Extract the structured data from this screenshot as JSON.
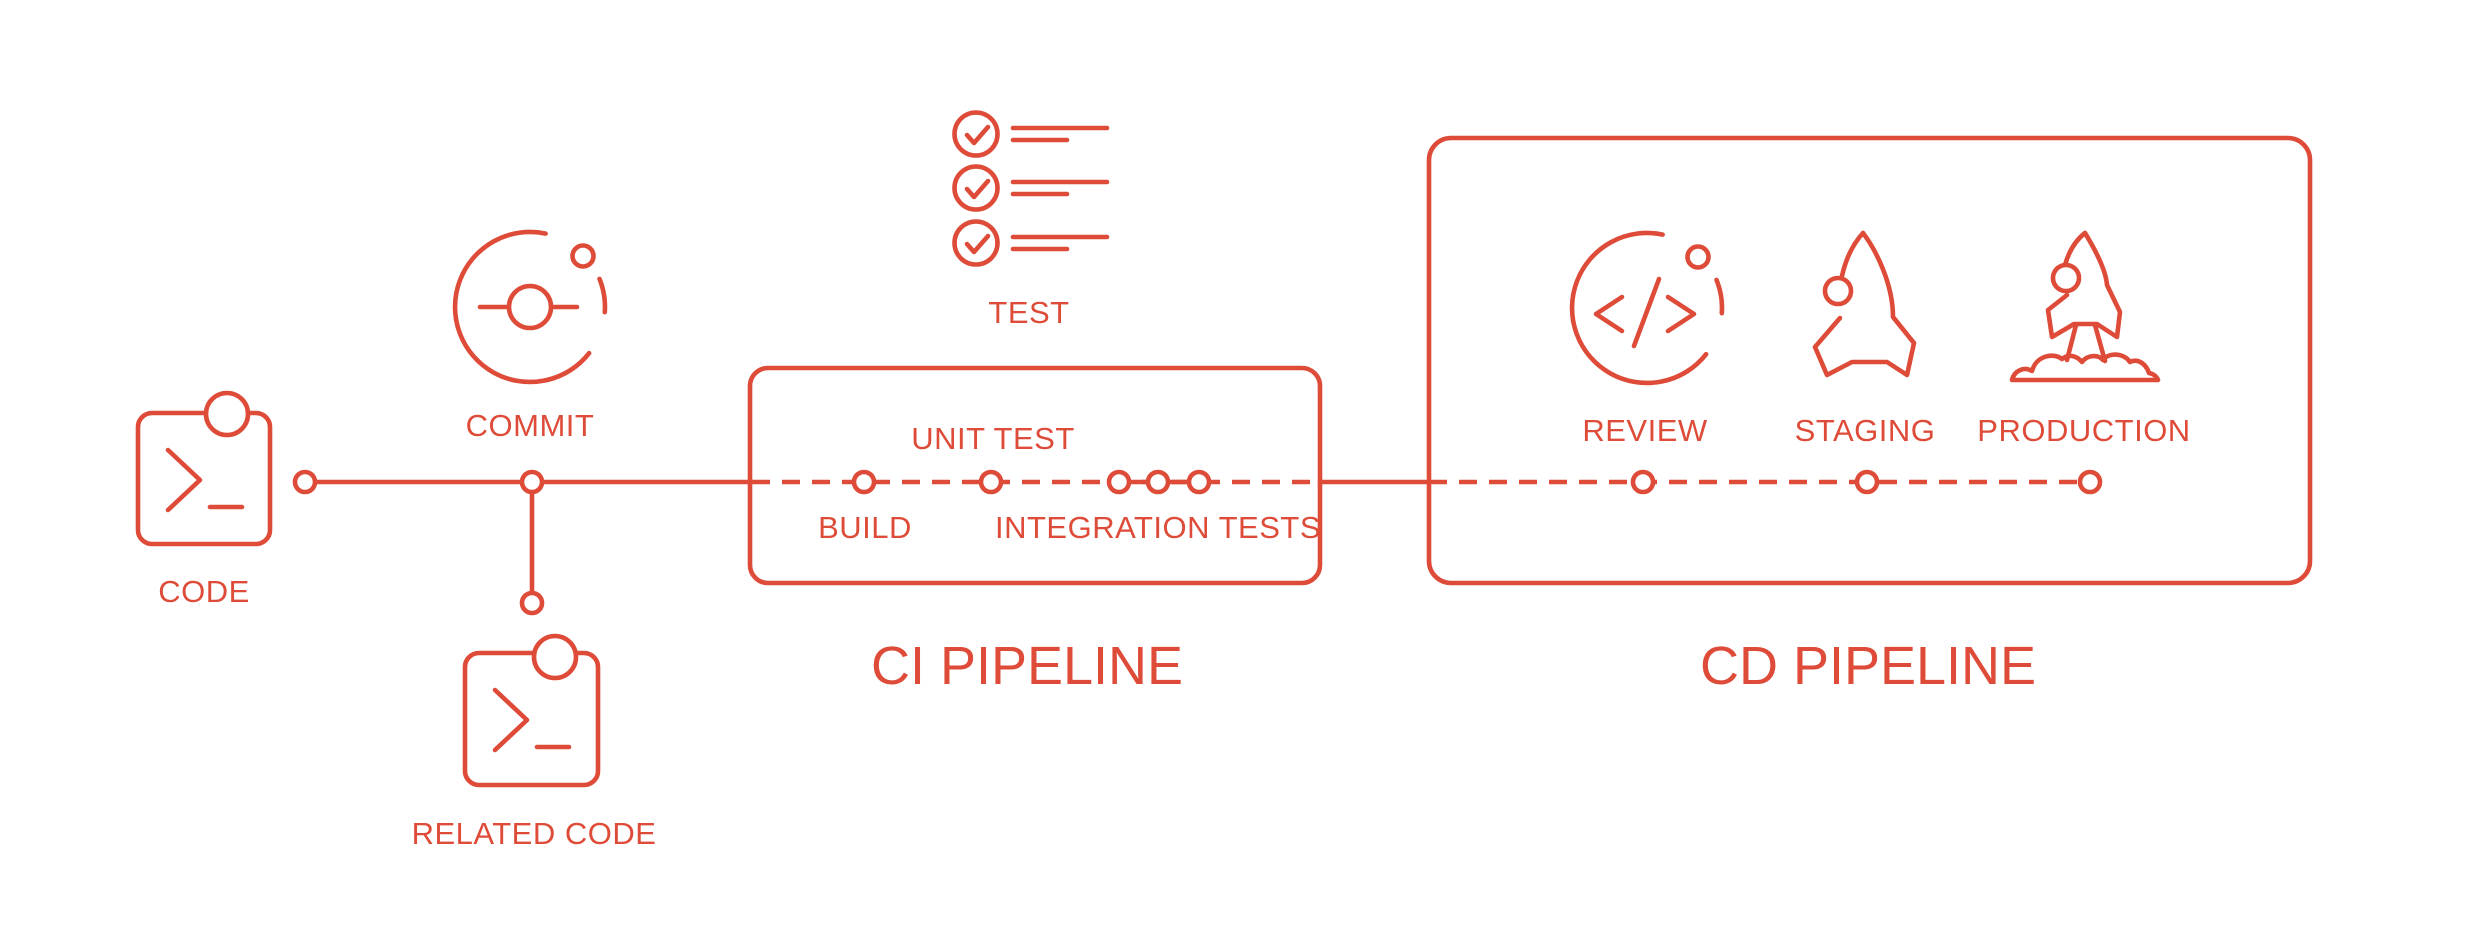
{
  "colors": {
    "accent": "#DE4B38",
    "background": "#FFFFFF"
  },
  "source_flow": {
    "code_label": "CODE",
    "commit_label": "COMMIT",
    "related_code_label": "RELATED CODE",
    "test_label": "TEST"
  },
  "pipelines": {
    "ci": {
      "title": "CI PIPELINE",
      "stages": [
        "BUILD",
        "UNIT TEST",
        "INTEGRATION TESTS"
      ]
    },
    "cd": {
      "title": "CD PIPELINE",
      "stages": [
        "REVIEW",
        "STAGING",
        "PRODUCTION"
      ]
    }
  },
  "icons": {
    "code": "terminal-icon",
    "related_code": "terminal-icon",
    "commit": "commit-orbit-icon",
    "test": "checklist-icon",
    "review": "code-review-orbit-icon",
    "staging": "rocket-icon",
    "production": "rocket-launch-icon"
  }
}
